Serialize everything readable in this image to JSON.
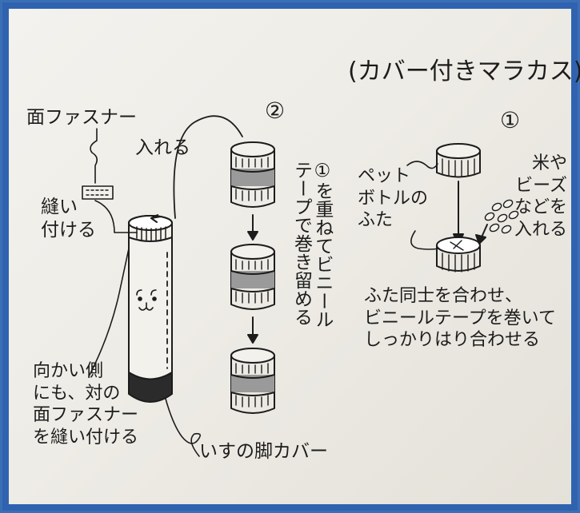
{
  "title": "(カバー付きマラカス)",
  "step2_marker": "②",
  "step1_marker": "①",
  "labels": {
    "velcro": "面ファスナー",
    "insert": "入れる",
    "sew_on": "縫い\n付ける",
    "opposite": "向かい側\nにも、対の\n面ファスナー\nを縫い付ける",
    "chair_cover": "いすの脚カバー",
    "stack_tape": "①を重ねてビニール\nテープで巻き留める",
    "bottle_cap": "ペット\nボトルの\nふた",
    "rice_beads": "米や\nビーズ\nなどを\n入れる",
    "join_caps": "ふた同士を合わせ、\nビニールテープを巻いて\nしっかりはり合わせる"
  },
  "colors": {
    "frame": "#2f63b0",
    "paper": "#efeee9",
    "ink": "#1c1c1c",
    "tape_band": "#9a9a9a",
    "cover_bottom": "#2b2b2b"
  }
}
